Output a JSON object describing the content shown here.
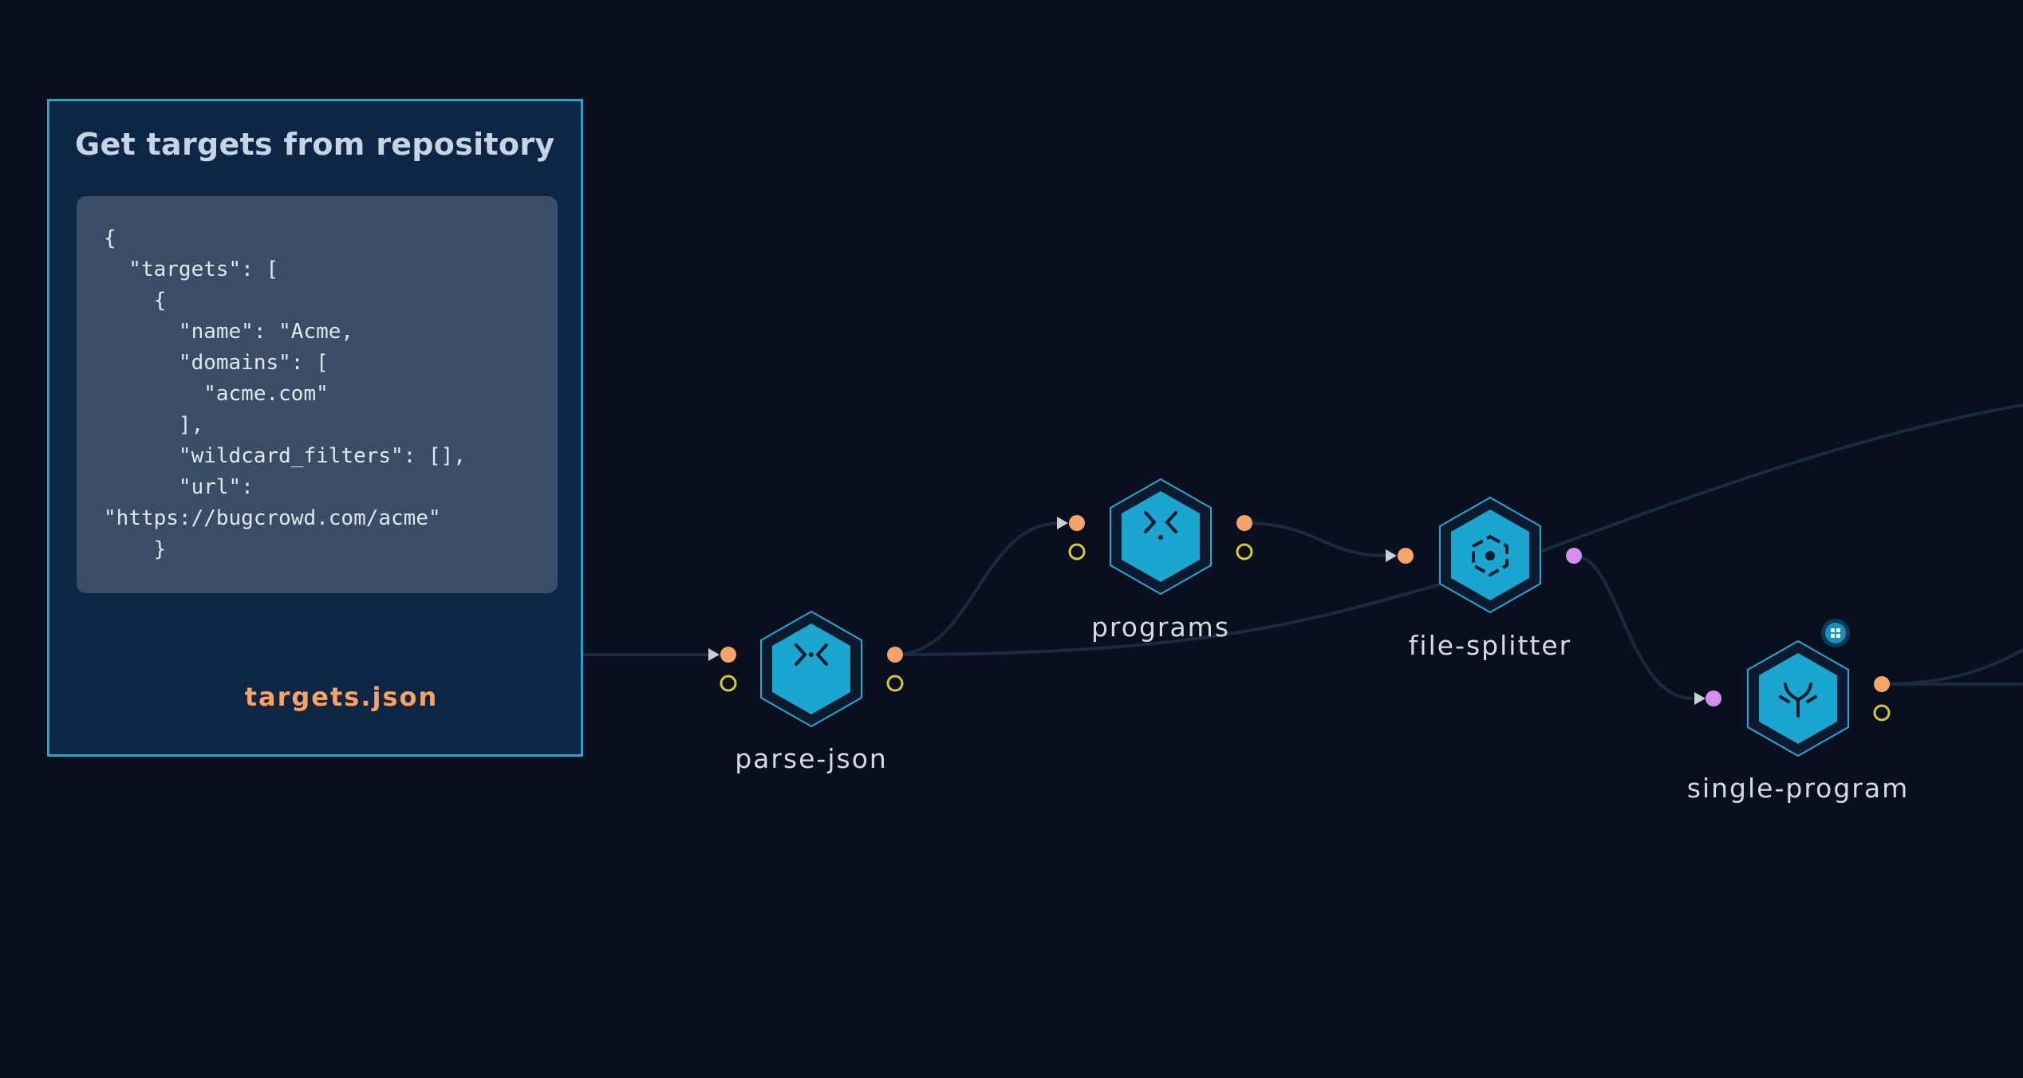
{
  "colors": {
    "background": "#07101c",
    "group_fill": "#0d2645",
    "group_border": "#2aa3c9",
    "code_fill": "#394d66",
    "node_fill": "#1aa6cf",
    "node_outline": "#22a9d3",
    "port_output": "#f7a468",
    "port_status": "#d8c93a",
    "port_split": "#d88cf2",
    "wire": "#1b2a40"
  },
  "group": {
    "title": "Get targets from repository",
    "code_lines": [
      "{",
      "  \"targets\": [",
      "    {",
      "      \"name\": \"Acme,",
      "      \"domains\": [",
      "        \"acme.com\"",
      "      ],",
      "      \"wildcard_filters\": [],",
      "      \"url\":",
      "\"https://bugcrowd.com/acme\"",
      "    }"
    ],
    "file": {
      "label": "targets.json",
      "icon": "scan-file-icon"
    }
  },
  "nodes": [
    {
      "id": "parse-json",
      "label": "parse-json",
      "icon": "merge-arrows-icon"
    },
    {
      "id": "programs",
      "label": "programs",
      "icon": "merge-arrows-icon"
    },
    {
      "id": "file-splitter",
      "label": "file-splitter",
      "icon": "gear-hexagon-icon"
    },
    {
      "id": "single-program",
      "label": "single-program",
      "icon": "fork-icon",
      "badge_icon": "grid-badge-icon"
    }
  ]
}
